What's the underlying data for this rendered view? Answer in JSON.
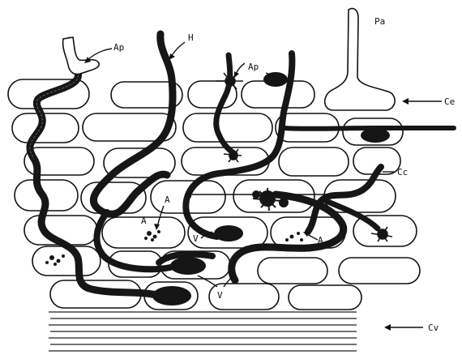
{
  "labels": {
    "ap_top_left": "Ap",
    "h": "H",
    "ap_top_mid": "Ap",
    "pa": "Pa",
    "ce": "Ce",
    "cc": "Cc",
    "a_mid": "A",
    "a_left": "A",
    "a_right": "A",
    "v_mid": "V",
    "v_bottom": "V",
    "cv": "Cv"
  }
}
